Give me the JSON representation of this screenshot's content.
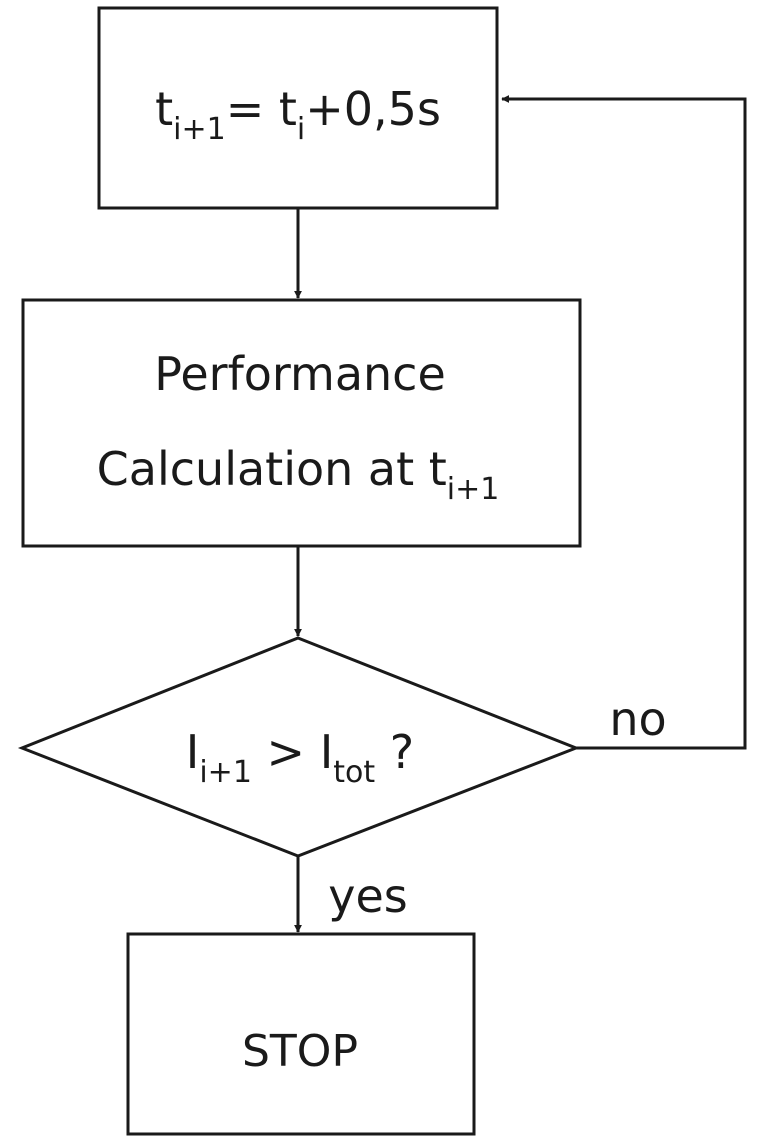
{
  "colors": {
    "ink": "#1a1a1a",
    "background": "#ffffff"
  },
  "step_box": {
    "lhs_base": "t",
    "lhs_sub": "i+1",
    "equals": "= ",
    "rhs_base": "t",
    "rhs_sub": "i",
    "rhs_rest": "+0,5s"
  },
  "calc_box": {
    "line1": "Performance",
    "line2": "Calculation at t",
    "line2_sub": "i+1"
  },
  "decision": {
    "lhs_base": "I",
    "lhs_sub": "i+1",
    "op": " > ",
    "rhs_base": "I",
    "rhs_sub": "tot",
    "qmark": " ?"
  },
  "labels": {
    "no": "no",
    "yes": "yes"
  },
  "stop_box": {
    "label": "STOP"
  }
}
